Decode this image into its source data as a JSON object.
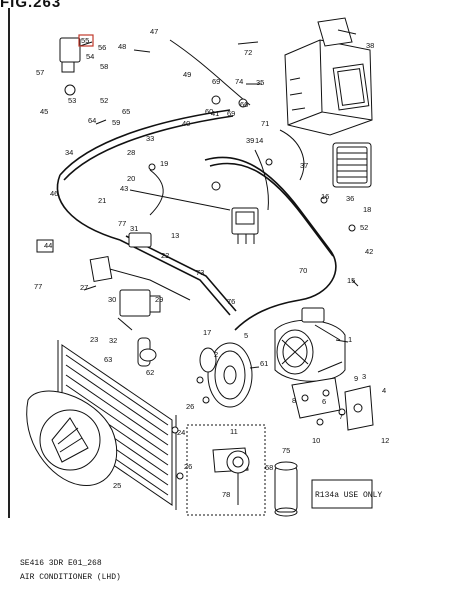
{
  "figure": {
    "title": "FIG.263",
    "highlighted_callout": "55",
    "refrigerant_label": "R134a USE ONLY",
    "footer_code": "SE416 3DR E01_268",
    "footer_caption": "AIR CONDITIONER (LHD)"
  },
  "callouts": [
    {
      "id": "c55",
      "text": "55"
    },
    {
      "id": "c56",
      "text": "56"
    },
    {
      "id": "c48",
      "text": "48"
    },
    {
      "id": "c47",
      "text": "47"
    },
    {
      "id": "c72",
      "text": "72"
    },
    {
      "id": "c38",
      "text": "38"
    },
    {
      "id": "c57",
      "text": "57"
    },
    {
      "id": "c54",
      "text": "54"
    },
    {
      "id": "c58",
      "text": "58"
    },
    {
      "id": "c53",
      "text": "53"
    },
    {
      "id": "c52a",
      "text": "52"
    },
    {
      "id": "c49",
      "text": "49"
    },
    {
      "id": "c74",
      "text": "74"
    },
    {
      "id": "c35",
      "text": "35"
    },
    {
      "id": "c69a",
      "text": "69"
    },
    {
      "id": "c66",
      "text": "66"
    },
    {
      "id": "c45",
      "text": "45"
    },
    {
      "id": "c64",
      "text": "64"
    },
    {
      "id": "c65",
      "text": "65"
    },
    {
      "id": "c59",
      "text": "59"
    },
    {
      "id": "c41",
      "text": "41"
    },
    {
      "id": "c40",
      "text": "40"
    },
    {
      "id": "c69b",
      "text": "69"
    },
    {
      "id": "c60",
      "text": "60"
    },
    {
      "id": "c71",
      "text": "71"
    },
    {
      "id": "c39",
      "text": "39"
    },
    {
      "id": "c33",
      "text": "33"
    },
    {
      "id": "c14",
      "text": "14"
    },
    {
      "id": "c37",
      "text": "37"
    },
    {
      "id": "c34",
      "text": "34"
    },
    {
      "id": "c28",
      "text": "28"
    },
    {
      "id": "c19",
      "text": "19"
    },
    {
      "id": "c20",
      "text": "20"
    },
    {
      "id": "c46",
      "text": "46"
    },
    {
      "id": "c43",
      "text": "43"
    },
    {
      "id": "c21",
      "text": "21"
    },
    {
      "id": "c16",
      "text": "16"
    },
    {
      "id": "c36",
      "text": "36"
    },
    {
      "id": "c18",
      "text": "18"
    },
    {
      "id": "c77a",
      "text": "77"
    },
    {
      "id": "c31",
      "text": "31"
    },
    {
      "id": "c13",
      "text": "13"
    },
    {
      "id": "c44",
      "text": "44"
    },
    {
      "id": "c52b",
      "text": "52"
    },
    {
      "id": "c42",
      "text": "42"
    },
    {
      "id": "c22",
      "text": "22"
    },
    {
      "id": "c73",
      "text": "73"
    },
    {
      "id": "c70",
      "text": "70"
    },
    {
      "id": "c15",
      "text": "15"
    },
    {
      "id": "c77b",
      "text": "77"
    },
    {
      "id": "c27",
      "text": "27"
    },
    {
      "id": "c76",
      "text": "76"
    },
    {
      "id": "c30",
      "text": "30"
    },
    {
      "id": "c29",
      "text": "29"
    },
    {
      "id": "c32",
      "text": "32"
    },
    {
      "id": "c17",
      "text": "17"
    },
    {
      "id": "c5",
      "text": "5"
    },
    {
      "id": "c23",
      "text": "23"
    },
    {
      "id": "c63",
      "text": "63"
    },
    {
      "id": "c62",
      "text": "62"
    },
    {
      "id": "c61",
      "text": "61"
    },
    {
      "id": "c1",
      "text": "1"
    },
    {
      "id": "c2",
      "text": "2"
    },
    {
      "id": "c9",
      "text": "9"
    },
    {
      "id": "c8",
      "text": "8"
    },
    {
      "id": "c3",
      "text": "3"
    },
    {
      "id": "c4",
      "text": "4"
    },
    {
      "id": "c26a",
      "text": "26"
    },
    {
      "id": "c24",
      "text": "24"
    },
    {
      "id": "c25",
      "text": "25"
    },
    {
      "id": "c11",
      "text": "11"
    },
    {
      "id": "c6",
      "text": "6"
    },
    {
      "id": "c7",
      "text": "7"
    },
    {
      "id": "c10",
      "text": "10"
    },
    {
      "id": "c12",
      "text": "12"
    },
    {
      "id": "c78",
      "text": "78"
    },
    {
      "id": "c75",
      "text": "75"
    },
    {
      "id": "c68",
      "text": "68"
    },
    {
      "id": "c26b",
      "text": "26"
    }
  ]
}
